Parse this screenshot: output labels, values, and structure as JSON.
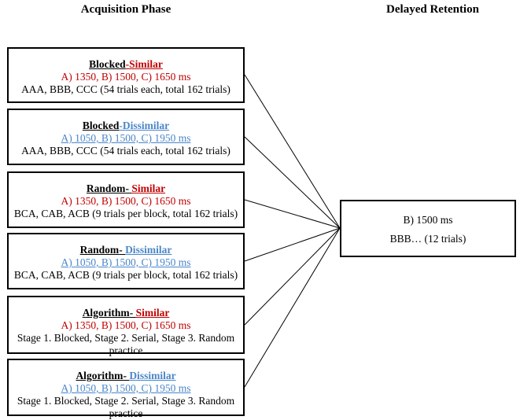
{
  "headings": {
    "acquisition": "Acquisition Phase",
    "retention": "Delayed Retention"
  },
  "acquisition_boxes": [
    {
      "title_a": "Blocked",
      "title_sep": "-",
      "title_b": "Similar",
      "condition": "similar",
      "timing": "A) 1350, B) 1500, C) 1650 ms",
      "description": "AAA, BBB, CCC (54 trials each, total 162 trials)"
    },
    {
      "title_a": "Blocked",
      "title_sep": "-",
      "title_b": "Dissimilar",
      "condition": "dissimilar",
      "timing": "A) 1050, B) 1500, C) 1950 ms",
      "description": "AAA, BBB, CCC (54 trials each, total 162 trials)"
    },
    {
      "title_a": "Random",
      "title_sep": "- ",
      "title_b": "Similar",
      "condition": "similar",
      "timing": "A) 1350, B) 1500, C) 1650 ms",
      "description": "BCA, CAB, ACB (9 trials per block, total 162 trials)"
    },
    {
      "title_a": "Random",
      "title_sep": "- ",
      "title_b": "Dissimilar",
      "condition": "dissimilar",
      "timing": "A) 1050, B) 1500, C) 1950 ms",
      "description": "BCA, CAB, ACB (9 trials per block, total 162 trials)"
    },
    {
      "title_a": "Algorithm",
      "title_sep": "- ",
      "title_b": "Similar",
      "condition": "similar",
      "timing": "A) 1350, B) 1500, C) 1650 ms",
      "description": "Stage 1. Blocked, Stage 2. Serial, Stage 3. Random practice"
    },
    {
      "title_a": "Algorithm",
      "title_sep": "- ",
      "title_b": "Dissimilar",
      "condition": "dissimilar",
      "timing": "A) 1050, B) 1500, C) 1950 ms",
      "description": "Stage 1. Blocked, Stage 2. Serial, Stage 3. Random practice"
    }
  ],
  "retention_box": {
    "timing": "B) 1500 ms",
    "description": "BBB… (12 trials)"
  },
  "colors": {
    "similar": "#c00000",
    "dissimilar": "#4a86c8",
    "border": "#000000"
  }
}
